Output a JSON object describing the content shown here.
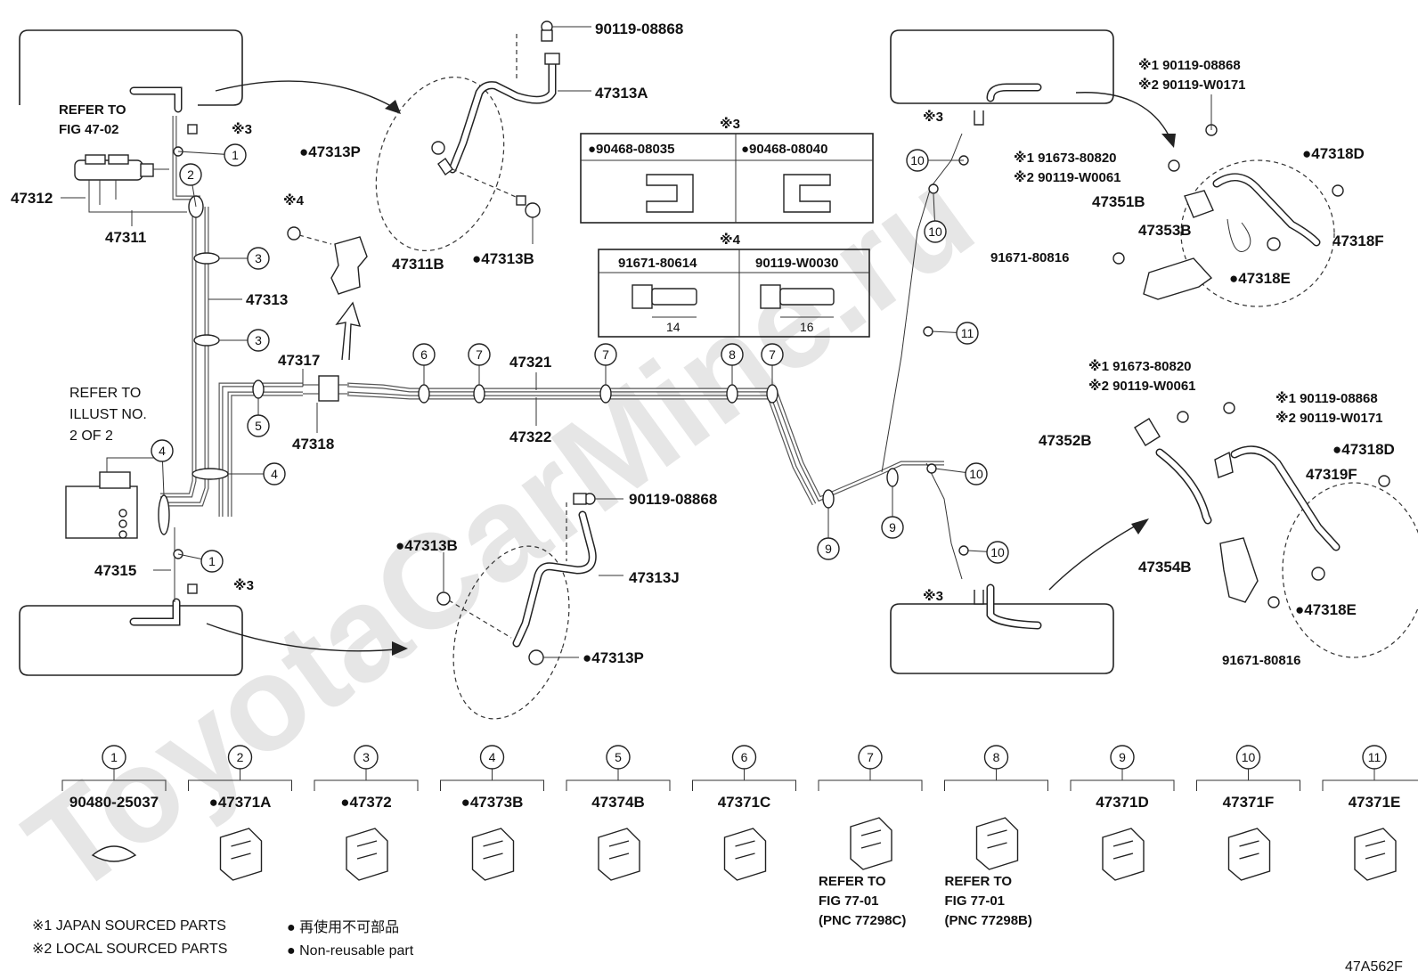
{
  "labels": {
    "l_90119_08868_a": "90119-08868",
    "l_47313A": "47313A",
    "l_47313P_a": "●47313P",
    "l_47313B_a": "●47313B",
    "l_47311B": "47311B",
    "l_47313": "47313",
    "l_47312": "47312",
    "l_47311": "47311",
    "l_47317": "47317",
    "l_47318": "47318",
    "l_47321": "47321",
    "l_47322": "47322",
    "l_47315": "47315",
    "l_90119_08868_b": "90119-08868",
    "l_47313B_b": "●47313B",
    "l_47313J": "47313J",
    "l_47313P_b": "●47313P",
    "l_j1_90119_08868_a": "※1 90119-08868",
    "l_j2_90119_W0171_a": "※2 90119-W0171",
    "l_j1_91673_80820_a": "※1 91673-80820",
    "l_j2_90119_W0061_a": "※2 90119-W0061",
    "l_47351B": "47351B",
    "l_47353B": "47353B",
    "l_91671_80816_a": "91671-80816",
    "l_47318D_a": "●47318D",
    "l_47318F": "47318F",
    "l_47318E_a": "●47318E",
    "l_j1_91673_80820_b": "※1 91673-80820",
    "l_j2_90119_W0061_b": "※2 90119-W0061",
    "l_j1_90119_08868_b": "※1 90119-08868",
    "l_j2_90119_W0171_b": "※2 90119-W0171",
    "l_47352B": "47352B",
    "l_47318D_b": "●47318D",
    "l_47319F": "47319F",
    "l_47354B": "47354B",
    "l_47318E_b": "●47318E",
    "l_91671_80816_b": "91671-80816"
  },
  "refers": {
    "fig_47_02_line1": "REFER TO",
    "fig_47_02_line2": "FIG 47-02",
    "illust_line1": "REFER TO",
    "illust_line2": "ILLUST NO.",
    "illust_line3": "2 OF 2"
  },
  "marks": {
    "m3": "※3",
    "m4": "※4"
  },
  "tables": {
    "t3_header": "※3",
    "t3_col1": "●90468-08035",
    "t3_col2": "●90468-08040",
    "t4_header": "※4",
    "t4_col1": "91671-80614",
    "t4_col2": "90119-W0030",
    "t4_dim1": "14",
    "t4_dim2": "16"
  },
  "circles": [
    "1",
    "2",
    "3",
    "4",
    "5",
    "6",
    "7",
    "8",
    "9",
    "10",
    "11"
  ],
  "legend_parts": [
    {
      "num": "1",
      "part": "90480-25037"
    },
    {
      "num": "2",
      "part": "●47371A"
    },
    {
      "num": "3",
      "part": "●47372"
    },
    {
      "num": "4",
      "part": "●47373B"
    },
    {
      "num": "5",
      "part": "47374B"
    },
    {
      "num": "6",
      "part": "47371C"
    },
    {
      "num": "7",
      "part": "REFER TO",
      "ref2": "FIG 77-01",
      "ref3": "(PNC 77298C)"
    },
    {
      "num": "8",
      "part": "REFER TO",
      "ref2": "FIG 77-01",
      "ref3": "(PNC 77298B)"
    },
    {
      "num": "9",
      "part": "47371D"
    },
    {
      "num": "10",
      "part": "47371F"
    },
    {
      "num": "11",
      "part": "47371E"
    }
  ],
  "notes": {
    "n1": "※1 JAPAN SOURCED PARTS",
    "n2": "※2 LOCAL SOURCED PARTS",
    "n3": "● 再使用不可部品",
    "n4": "● Non-reusable part"
  },
  "figure_code": "47A562F",
  "watermark": "ToyotaCarMine.ru"
}
